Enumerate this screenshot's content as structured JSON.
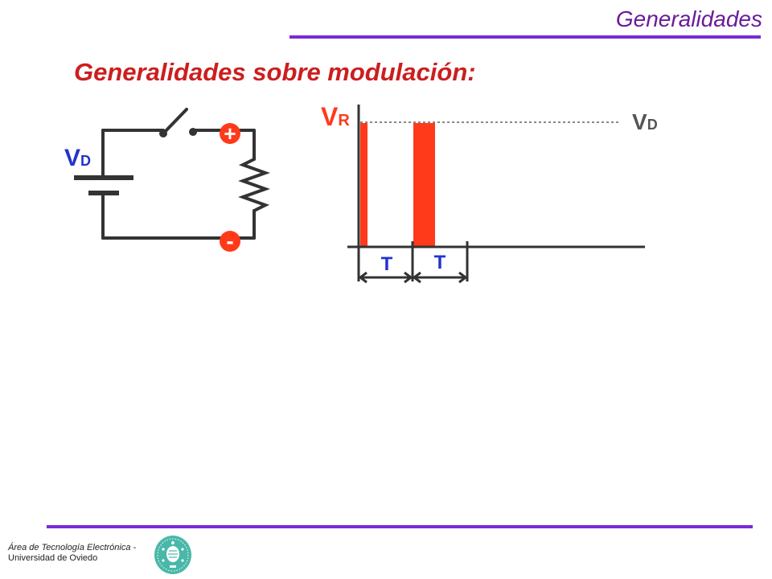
{
  "header": {
    "title": "Generalidades"
  },
  "slide": {
    "title": "Generalidades sobre modulación:"
  },
  "circuit": {
    "source_label_main": "V",
    "source_label_sub": "D",
    "plus_sign": "+",
    "minus_sign": "-"
  },
  "waveform": {
    "output_label_main": "V",
    "output_label_sub": "R",
    "level_label_main": "V",
    "level_label_sub": "D",
    "period_label_1": "T",
    "period_label_2": "T"
  },
  "footer": {
    "line1": "Área de Tecnología Electrónica -",
    "line2": "Universidad de Oviedo"
  },
  "colors": {
    "accent_purple": "#7a2ad6",
    "title_red": "#cc1e1e",
    "pulse_red": "#ff3a1a",
    "label_blue": "#2233cc",
    "logo_teal": "#49b8a9"
  }
}
